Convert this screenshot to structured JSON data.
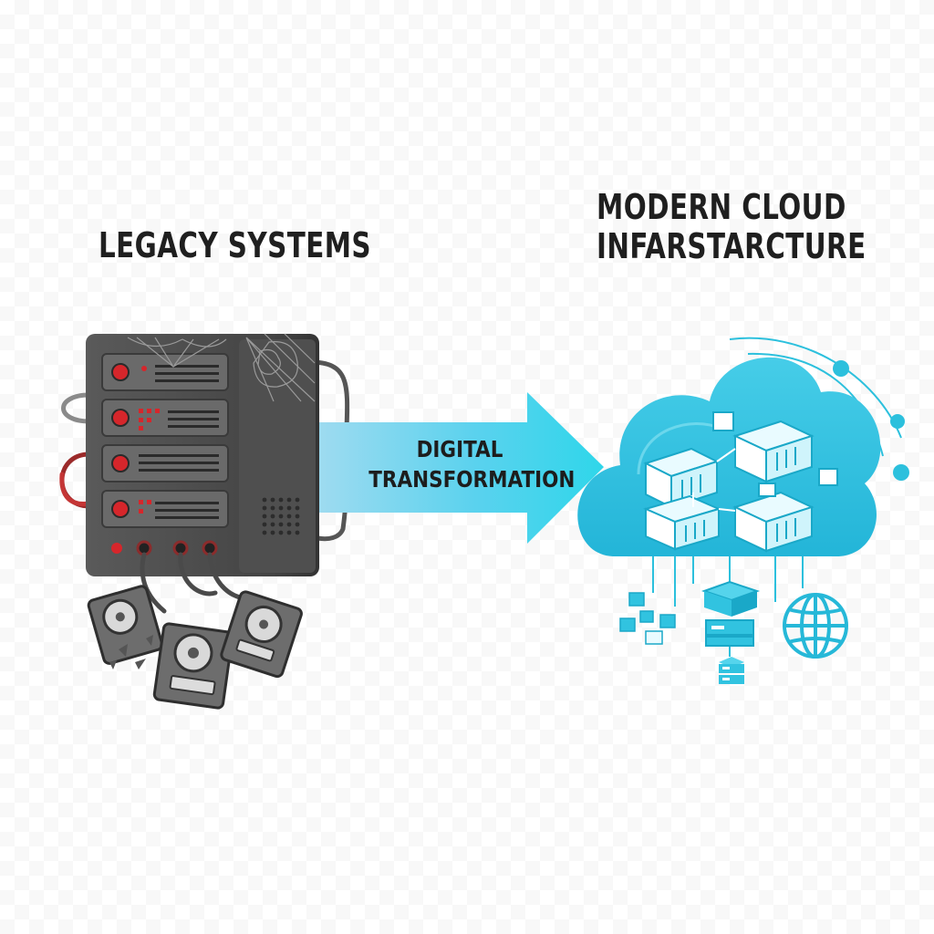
{
  "left": {
    "title": "LEGACY SYSTEMS"
  },
  "right": {
    "title_line1": "MODERN CLOUD",
    "title_line2": "INFARSTARCTURE"
  },
  "arrow": {
    "line1": "DIGITAL",
    "line2": "TRANSFORMATION"
  },
  "colors": {
    "legacy_body": "#4a4a4a",
    "legacy_panel": "#6a6a6a",
    "legacy_led": "#d6262b",
    "cloud_fill": "#31c3e0",
    "cloud_light": "#7fdff0",
    "cube_face": "#ffffff",
    "text": "#1f1f1f"
  },
  "icons": [
    "server-rack-icon",
    "cobweb-icon",
    "hard-drive-icon",
    "arrow-icon",
    "cloud-icon",
    "container-cube-icon",
    "database-icon",
    "globe-icon",
    "network-node-icon"
  ]
}
